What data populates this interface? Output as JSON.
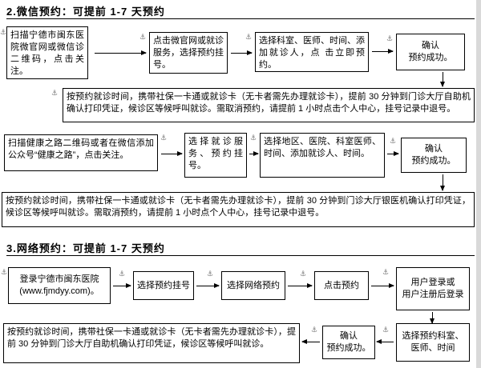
{
  "icons": {
    "anchor": "⚓"
  },
  "section_wechat": {
    "title": "2.微信预约：可提前 1-7 天预约",
    "hospital_flow": {
      "step1": "扫描宁德市闽东医院微官网或微信诊二维码，点击关注。",
      "step2": "点击微官网或就诊服务，选择预约挂号。",
      "step3": "选择科室、医师、时间、添加就诊人，点 击立即预约。",
      "step4": "确认\n预约成功。",
      "note": "按预约就诊时间，携带社保一卡通或就诊卡（无卡者需先办理就诊卡），提前 30 分钟到门诊大厅自助机确认打印凭证，候诊区等候呼叫就诊。需取消预约，请提前 1 小时点击个人中心，挂号记录中退号。"
    },
    "jkzl_flow": {
      "step1": "扫描健康之路二维码或者在微信添加公众号“健康之路”，点击关注。",
      "step2": "选 择 就 诊 服 务、预约挂号。",
      "step3": "选择地区、医院、科室医师、时间、添加就诊人、时间。",
      "step4": "确认\n预约成功。",
      "note": "按预约就诊时间，携带社保一卡通或就诊卡（无卡者需先办理就诊卡），提前 30 分钟到门诊大厅银医机确认打印凭证，候诊区等候呼叫就诊。需取消预约，请提前 1 小时点个人中心，挂号记录中退号。"
    }
  },
  "section_web": {
    "title": "3.网络预约：可提前 1-7 天预约",
    "flow": {
      "step1": "登录宁德市闽东医院\n(www.fjmdyy.com)。",
      "step2": "选择预约挂号",
      "step3": "选择网络预约",
      "step4": "点击预约",
      "step5": "用户登录或\n用户注册后登录",
      "step6": "选择预约科室、\n医师、时间",
      "step7": "确认\n预约成功。",
      "note": "按预约就诊时间，携带社保一卡通或就诊卡（无卡者需先办理就诊卡），提前 30 分钟到门诊大厅自助机确认打印凭证，候诊区等候呼叫就诊。"
    }
  }
}
